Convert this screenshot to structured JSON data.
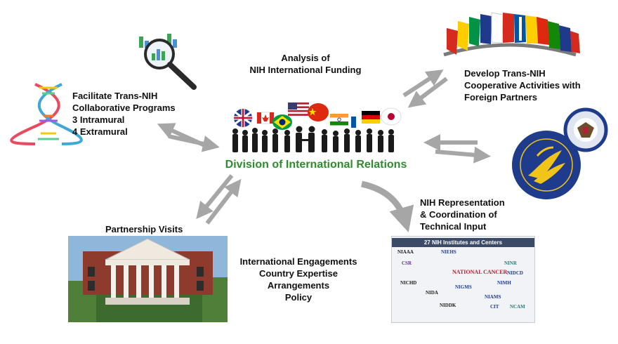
{
  "center": {
    "title": "Division of International Relations",
    "flags": [
      "UK",
      "Canada",
      "Brazil",
      "USA",
      "China",
      "India",
      "France",
      "Germany",
      "Japan"
    ]
  },
  "nodes": {
    "analysis": {
      "lines": [
        "Analysis of",
        "NIH International Funding"
      ],
      "icon": "magnifier-chart-icon"
    },
    "trans_nih_collab": {
      "lines": [
        "Facilitate Trans-NIH",
        "Collaborative Programs",
        "3 Intramural",
        "4 Extramural"
      ],
      "icon": "dna-icon"
    },
    "cooperative": {
      "lines": [
        "Develop Trans-NIH",
        "Cooperative Activities with",
        "Foreign Partners"
      ],
      "icon": "world-flags-icon"
    },
    "representation": {
      "lines": [
        "NIH Representation",
        "& Coordination of",
        "Technical Input"
      ]
    },
    "partnership": {
      "label": "Partnership Visits",
      "image": "building-photo"
    },
    "engagements": {
      "lines": [
        "International Engagements",
        "Country Expertise",
        "Arrangements",
        "Policy"
      ]
    },
    "seals": [
      "hhs-seal-icon",
      "state-department-seal-icon"
    ]
  },
  "nih_panel": {
    "title": "27 NIH Institutes and Centers",
    "logos": [
      "NIAAA",
      "NIEHS",
      "CSR",
      "NINR",
      "NATIONAL CANCER",
      "NICHD",
      "NIDA",
      "NIMH",
      "NIDCD",
      "NIGMS",
      "NIDDK",
      "NIAMS",
      "CIT",
      "NCAM"
    ]
  },
  "colors": {
    "accent_green": "#2e8b2e",
    "arrow_gray": "#a6a6a6",
    "hhs_blue": "#1f3b8c",
    "hhs_gold": "#f0c419"
  }
}
